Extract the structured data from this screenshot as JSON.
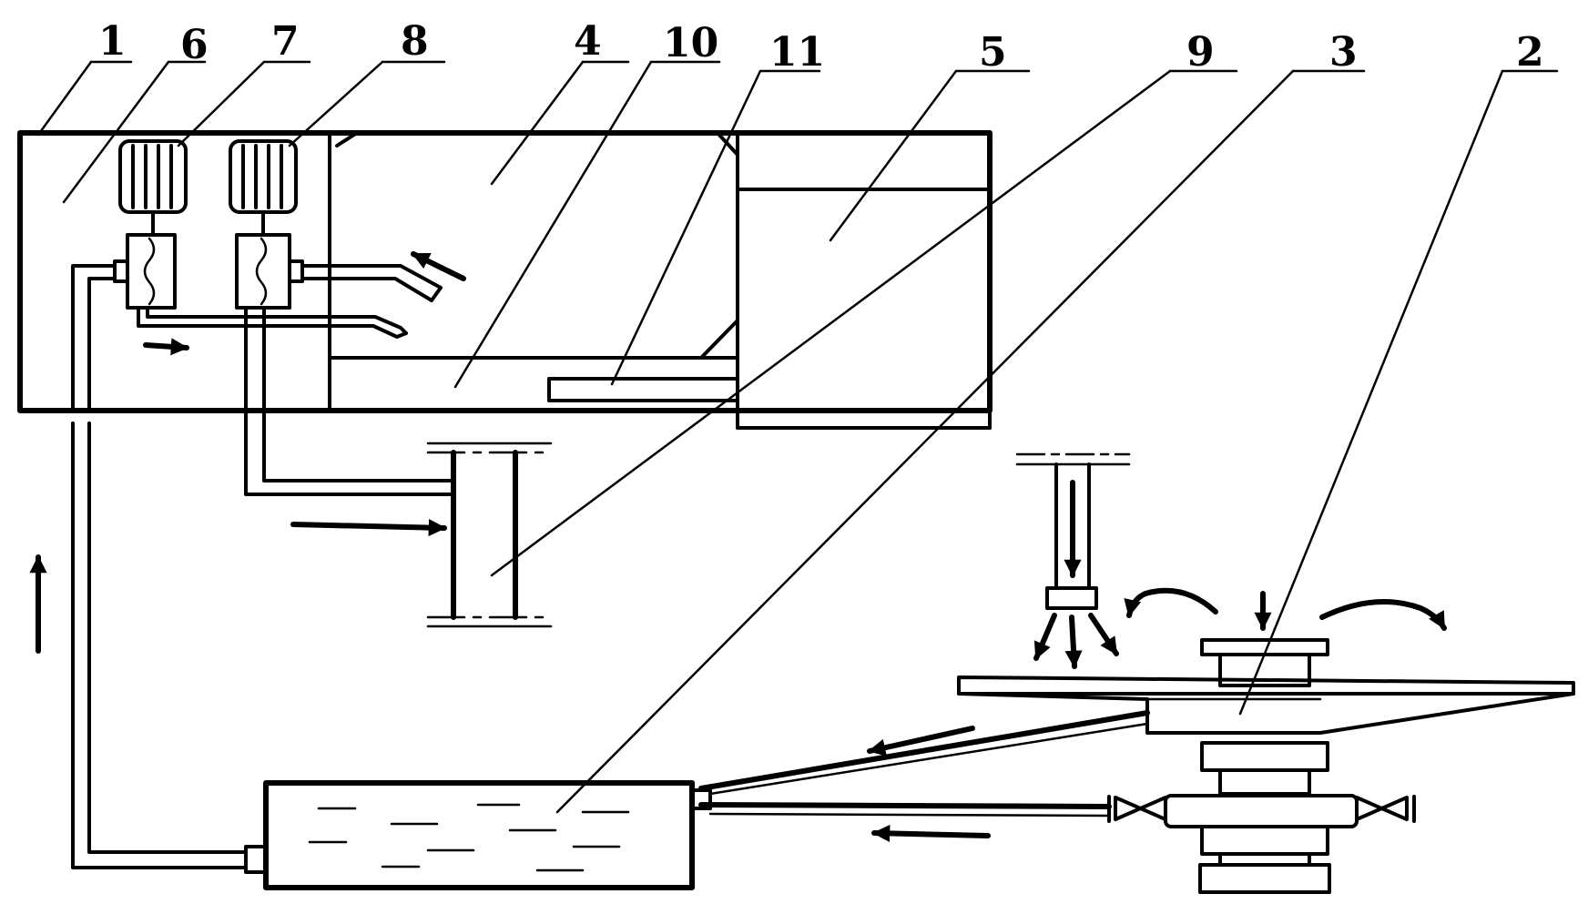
{
  "diagram": {
    "labels": [
      "1",
      "6",
      "7",
      "8",
      "4",
      "10",
      "11",
      "5",
      "9",
      "3",
      "2"
    ],
    "colors": {
      "line": "#000000",
      "background": "#ffffff"
    }
  }
}
